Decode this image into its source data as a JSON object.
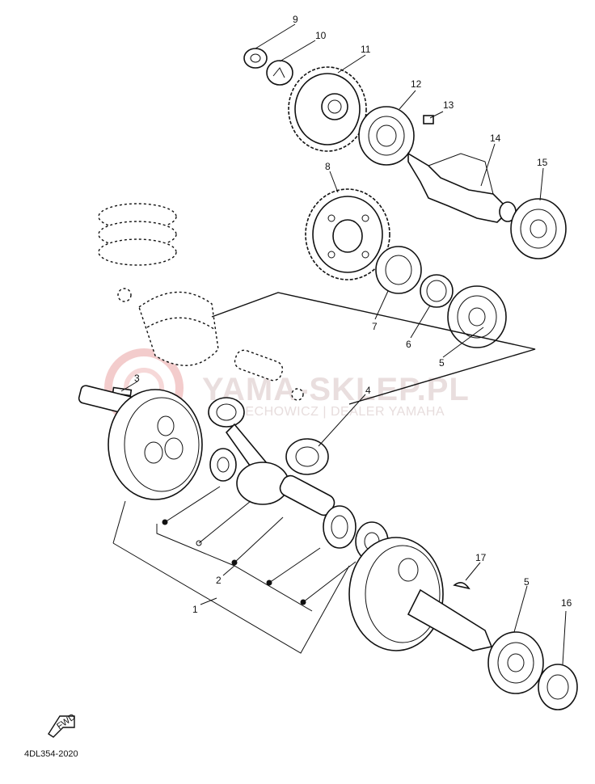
{
  "watermark": {
    "main": "YAMA-SKLEP.PL",
    "sub": "KORBECHOWICZ | DEALER YAMAHA",
    "logo_color": "#f1c4c4"
  },
  "callouts": {
    "p1": "1",
    "p2": "2",
    "p3": "3",
    "p4": "4",
    "p5a": "5",
    "p5b": "5",
    "p6": "6",
    "p7": "7",
    "p8": "8",
    "p9": "9",
    "p10": "10",
    "p11": "11",
    "p12": "12",
    "p13": "13",
    "p14": "14",
    "p15": "15",
    "p16": "16",
    "p17": "17"
  },
  "footer": {
    "fwd_label": "FWD",
    "diagram_code": "4DL354-2020"
  }
}
